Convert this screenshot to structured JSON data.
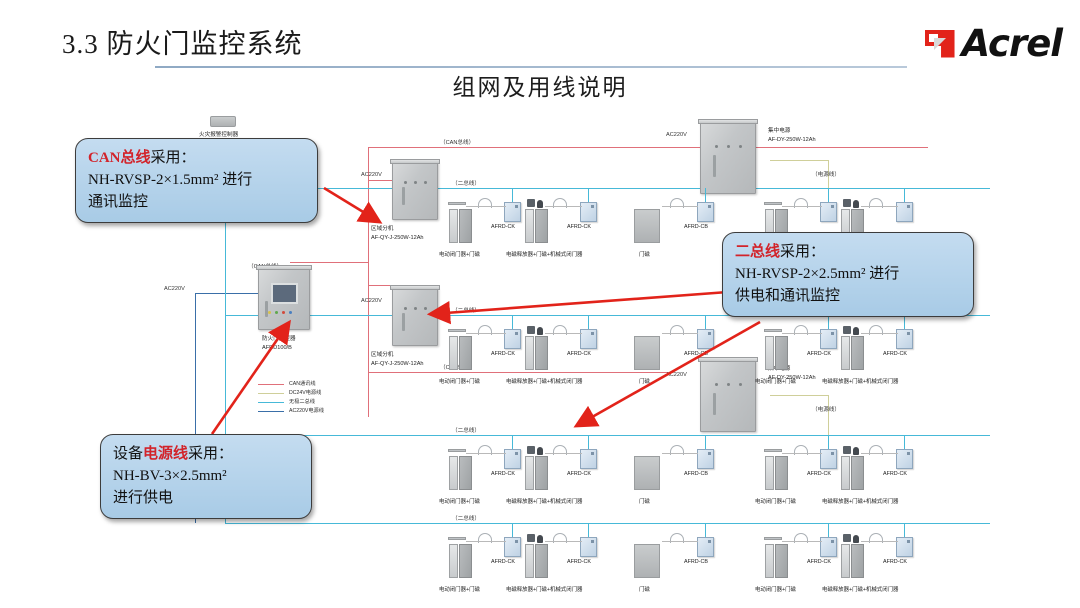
{
  "header": {
    "title": "3.3  防火门监控系统",
    "subtitle": "组网及用线说明",
    "logo_text": "Acrel"
  },
  "callouts": [
    {
      "id": "can-bus",
      "line1_red": "CAN总线",
      "line1_rest": "采用：",
      "line2": "NH-RVSP-2×1.5mm² 进行",
      "line3": "通讯监控"
    },
    {
      "id": "two-bus",
      "line1_red": "二总线",
      "line1_rest": "采用：",
      "line2": "NH-RVSP-2×2.5mm² 进行",
      "line3": "供电和通讯监控"
    },
    {
      "id": "power-line",
      "line1_pre": "设备",
      "line1_red": "电源线",
      "line1_rest": "采用：",
      "line2": "NH-BV-3×2.5mm²",
      "line3": "进行供电"
    }
  ],
  "legend": {
    "items": [
      {
        "label": "CAN通讯线",
        "color": "#e0707a"
      },
      {
        "label": "DC24V电源线",
        "color": "#cfcf9a"
      },
      {
        "label": "无极二总线",
        "color": "#46b9d8"
      },
      {
        "label": "AC220V电源线",
        "color": "#3a6fa8"
      }
    ]
  },
  "diagram": {
    "fire_alarm_controller": {
      "name": "火灾报警控制器",
      "cable": "（信号线）"
    },
    "door_monitor": {
      "name": "防火门监控器",
      "model": "AFRD100/B",
      "power_label": "AC220V"
    },
    "central_power_1": {
      "name": "集中电源",
      "model": "AF-DY-250W-12Ah",
      "power_label": "AC220V"
    },
    "central_power_2": {
      "name": "集中电源",
      "model": "AF-DY-250W-12Ah",
      "power_label": "AC220V"
    },
    "zone_unit_1": {
      "name": "区域分机",
      "model": "AF-QY-J-250W-12Ah",
      "power_label": "AC220V"
    },
    "zone_unit_2": {
      "name": "区域分机",
      "model": "AF-QY-J-250W-12Ah",
      "power_label": "AC220V"
    },
    "bus_labels": {
      "can": "（CAN总线）",
      "two_wire": "（二总线）",
      "power": "（电源线）"
    },
    "module_ck": "AFRD-CK",
    "module_cb": "AFRD-CB",
    "device_labels": {
      "electric_closer": "电动闭门器+门磁",
      "magnetic_release": "电磁释放器+门磁+机械式闭门器",
      "door_magnet": "门磁"
    }
  }
}
